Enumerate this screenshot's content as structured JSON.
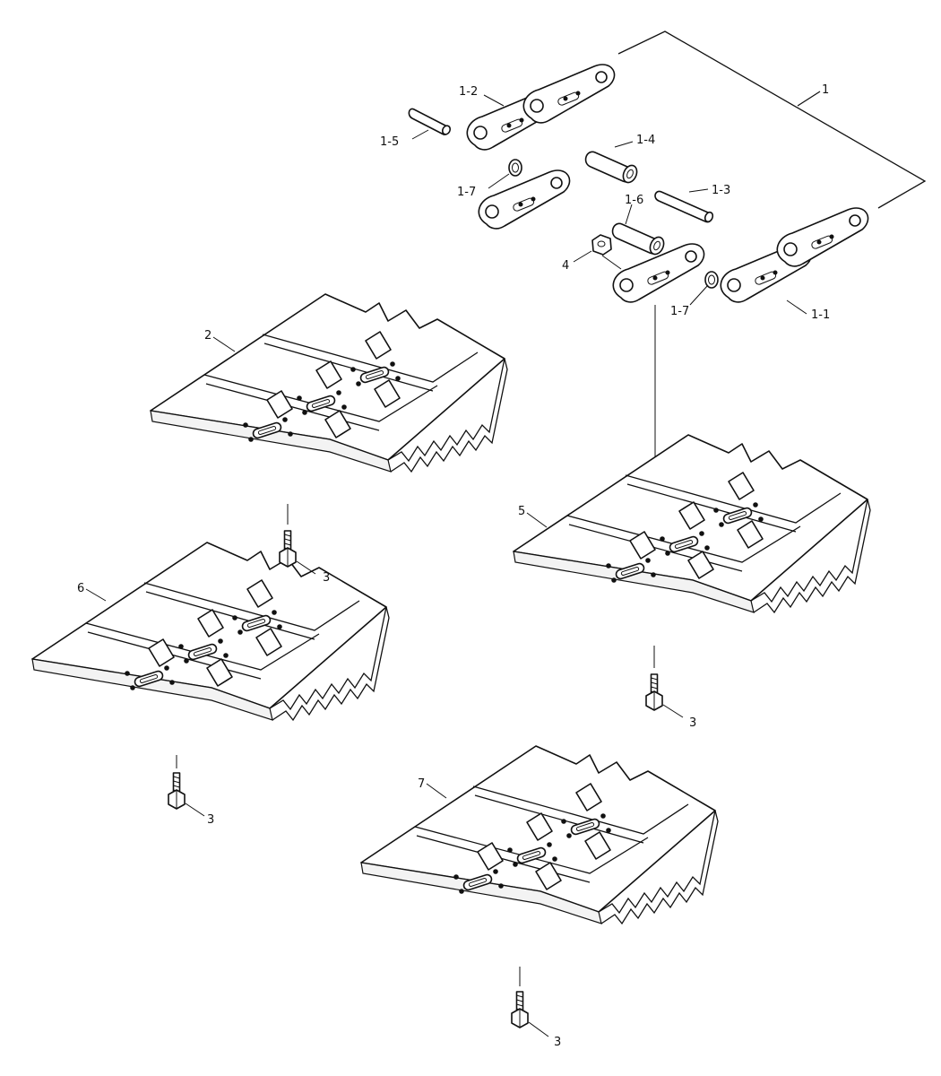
{
  "labels": {
    "assembly": "1",
    "link_right": "1-1",
    "link_left": "1-2",
    "pin": "1-3",
    "bushing": "1-4",
    "master_pin": "1-5",
    "master_bushing": "1-6",
    "seal_upper": "1-7",
    "seal_lower": "1-7",
    "shoe_a": "2",
    "bolt_a": "3",
    "bolt_b": "3",
    "bolt_c": "3",
    "bolt_d": "3",
    "nut": "4",
    "shoe_b": "5",
    "shoe_c": "6",
    "shoe_d": "7"
  },
  "colors": {
    "line": "#111111",
    "background": "#ffffff"
  },
  "icons": {
    "shoe": "track-shoe-plate-icon",
    "bolt": "shoe-bolt-icon",
    "nut": "hex-nut-icon",
    "link": "track-link-icon",
    "pin": "track-pin-icon",
    "bushing": "track-bushing-icon",
    "seal": "seal-ring-icon"
  }
}
